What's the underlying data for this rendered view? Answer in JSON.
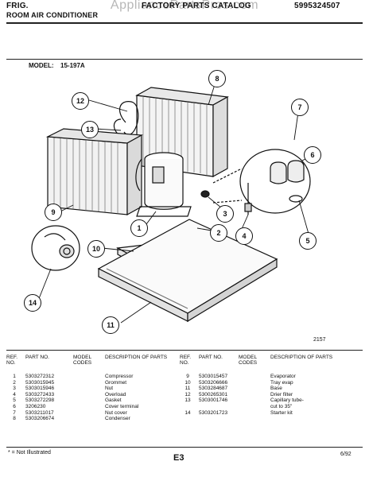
{
  "watermark": "AppliancePartsPros.com",
  "header": {
    "brand_line": "FRIG.",
    "product_line": "ROOM AIR CONDITIONER",
    "catalog": "FACTORY PARTS CATALOG",
    "catalog_no": "5995324507"
  },
  "model": {
    "label": "MODEL:",
    "value": "15-197A"
  },
  "diagram_code": "2157",
  "callouts": [
    "1",
    "2",
    "3",
    "4",
    "5",
    "6",
    "7",
    "8",
    "9",
    "10",
    "11",
    "12",
    "13",
    "14"
  ],
  "table": {
    "headers": {
      "ref": "REF. NO.",
      "part": "PART NO.",
      "model": "MODEL CODES",
      "desc": "DESCRIPTION OF PARTS"
    },
    "left": [
      {
        "ref": "1",
        "part": "5303272312",
        "model": "",
        "desc": "Compressor"
      },
      {
        "ref": "2",
        "part": "5303015945",
        "model": "",
        "desc": "Grommet"
      },
      {
        "ref": "3",
        "part": "5303015946",
        "model": "",
        "desc": "Nut"
      },
      {
        "ref": "4",
        "part": "5303272433",
        "model": "",
        "desc": "Overload"
      },
      {
        "ref": "5",
        "part": "5303272298",
        "model": "",
        "desc": "Gasket"
      },
      {
        "ref": "6",
        "part": "3206230",
        "model": "",
        "desc": "Cover terminal"
      },
      {
        "ref": "7",
        "part": "5303211017",
        "model": "",
        "desc": "Nut cover"
      },
      {
        "ref": "8",
        "part": "5303206674",
        "model": "",
        "desc": "Condenser"
      }
    ],
    "right": [
      {
        "ref": "9",
        "part": "5303015457",
        "model": "",
        "desc": "Evaporator"
      },
      {
        "ref": "10",
        "part": "5303206666",
        "model": "",
        "desc": "Tray evap"
      },
      {
        "ref": "11",
        "part": "5303284687",
        "model": "",
        "desc": "Base"
      },
      {
        "ref": "12",
        "part": "5300265301",
        "model": "",
        "desc": "Drier filter"
      },
      {
        "ref": "13",
        "part": "5303001746",
        "model": "",
        "desc": "Capillary tube-"
      },
      {
        "ref": "",
        "part": "",
        "model": "",
        "desc": "cut to 35\""
      },
      {
        "ref": "14",
        "part": "5303201723",
        "model": "",
        "desc": "Starter kit"
      }
    ]
  },
  "footer": {
    "note": "* = Not Illustrated",
    "page": "E3",
    "date": "6/92"
  }
}
